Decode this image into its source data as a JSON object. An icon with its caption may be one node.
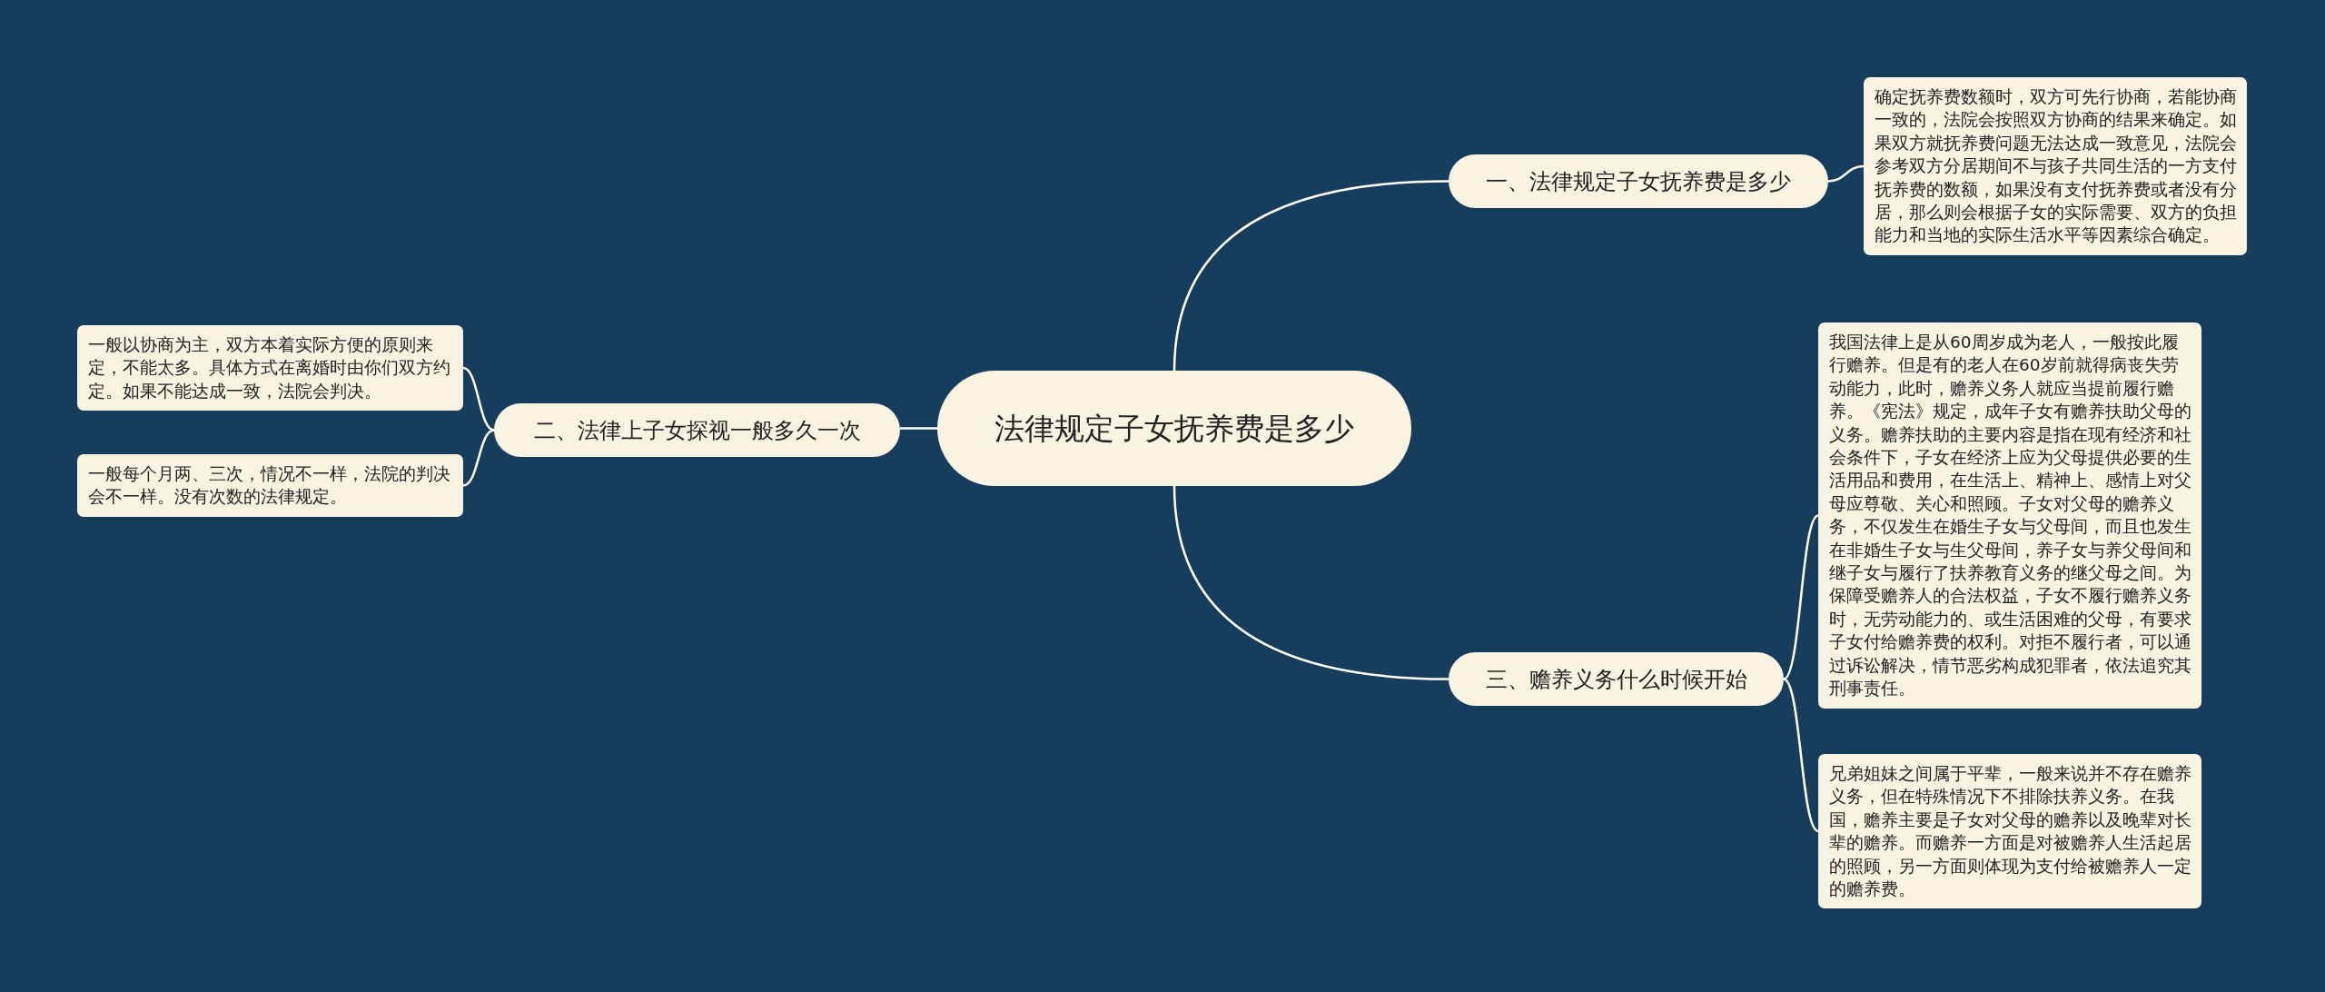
{
  "diagram": {
    "nodes": [
      {
        "text": [
          "法律规定子女抚养费是多少"
        ]
      },
      {
        "text": [
          "一、法律规定子女抚养费是多少"
        ]
      },
      {
        "text": [
          "确定抚养费数额时，双方可先行协商，若能协商一致的，法院会按照双方协商的结果来确定。如果双方就抚养费问题无法达成一致意见，法院会参考双方分居期间不与孩子共同生活的一方支付抚养费的数额，如果没有支付抚养费或者没有分居，那么则会根据子女的实际需要、双方的负担能力和当地的实际生活水平等因素综合确定。"
        ]
      },
      {
        "text": [
          "二、法律上子女探视一般多久一次"
        ]
      },
      {
        "text": [
          "一般以协商为主，双方本着实际方便的原则来定，不能太多。具体方式在离婚时由你们双方约定。如果不能达成一致，法院会判决。"
        ]
      },
      {
        "text": [
          "一般每个月两、三次，情况不一样，法院的判决会不一样。没有次数的法律规定。"
        ]
      },
      {
        "text": [
          "三、赡养义务什么时候开始"
        ]
      },
      {
        "text": [
          "我国法律上是从60周岁成为老人，一般按此履行赡养。但是有的老人在60岁前就得病丧失劳动能力，此时，赡养义务人就应当提前履行赡养。《宪法》规定，成年子女有赡养扶助父母的义务。赡养扶助的主要内容是指在现有经济和社会条件下，子女在经济上应为父母提供必要的生活用品和费用，在生活上、精神上、感情上对父母应尊敬、关心和照顾。子女对父母的赡养义务，不仅发生在婚生子女与父母间，而且也发生在非婚生子女与生父母间，养子女与养父母间和继子女与履行了扶养教育义务的继父母之间。为保障受赡养人的合法权益，子女不履行赡养义务时，无劳动能力的、或生活困难的父母，有要求子女付给赡养费的权利。对拒不履行者，可以通过诉讼解决，情节恶劣构成犯罪者，依法追究其刑事责任。"
        ]
      },
      {
        "text": [
          "兄弟姐妹之间属于平辈，一般来说并不存在赡养义务，但在特殊情况下不排除扶养义务。在我国，赡养主要是子女对父母的赡养以及晚辈对长辈的赡养。而赡养一方面是对被赡养人生活起居的照顾，另一方面则体现为支付给被赡养人一定的赡养费。"
        ]
      }
    ],
    "edges": [
      {
        "from": 0,
        "to": 1,
        "arrow": "none"
      },
      {
        "from": 1,
        "to": 2,
        "arrow": "none"
      },
      {
        "from": 0,
        "to": 3,
        "arrow": "none"
      },
      {
        "from": 3,
        "to": 4,
        "arrow": "none"
      },
      {
        "from": 3,
        "to": 5,
        "arrow": "none"
      },
      {
        "from": 0,
        "to": 6,
        "arrow": "none"
      },
      {
        "from": 6,
        "to": 7,
        "arrow": "none"
      },
      {
        "from": 6,
        "to": 8,
        "arrow": "none"
      }
    ]
  }
}
